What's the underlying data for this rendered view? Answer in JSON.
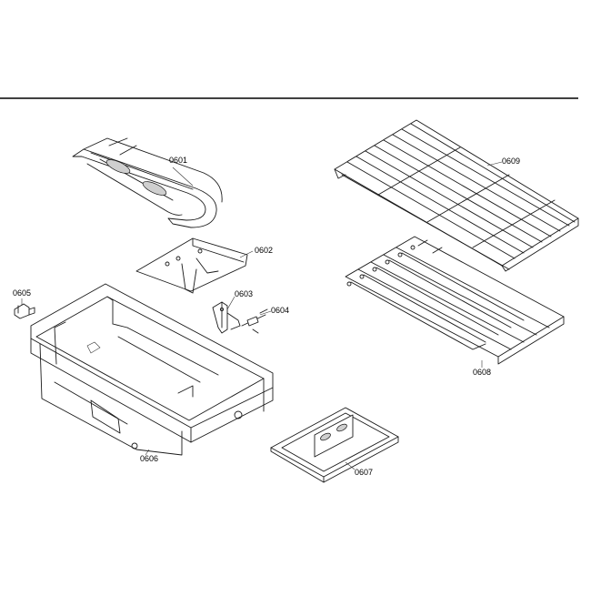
{
  "parts": {
    "p0601": "0601",
    "p0602": "0602",
    "p0603": "0603",
    "p0604": "0604",
    "p0605": "0605",
    "p0606": "0606",
    "p0607": "0607",
    "p0608": "0608",
    "p0609": "0609"
  }
}
